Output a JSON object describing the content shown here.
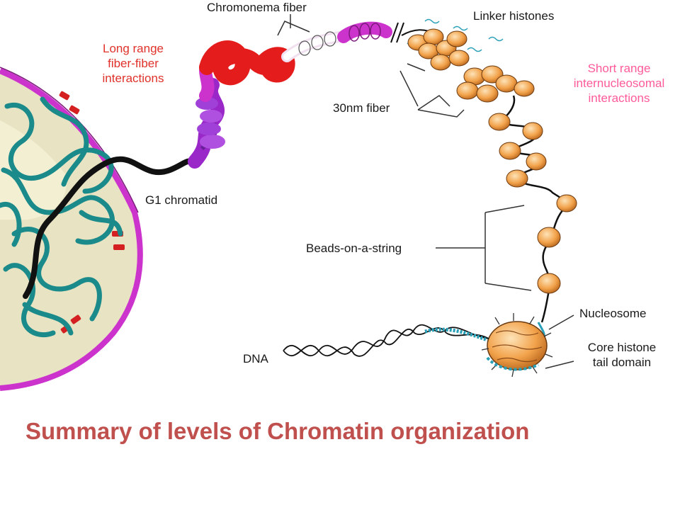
{
  "labels": {
    "chromonema_fiber": "Chromonema fiber",
    "linker_histones": "Linker histones",
    "long_range_1": "Long range",
    "long_range_2": "fiber-fiber",
    "long_range_3": "interactions",
    "short_range_1": "Short range",
    "short_range_2": "internucleosomal",
    "short_range_3": "interactions",
    "fiber_30nm": "30nm fiber",
    "g1_chromatid": "G1 chromatid",
    "beads_on_a_string": "Beads-on-a-string",
    "nucleosome": "Nucleosome",
    "core_histone_1": "Core histone",
    "core_histone_2": "tail domain",
    "dna": "DNA"
  },
  "caption": "Summary of levels of Chromatin organization",
  "colors": {
    "long_range_text": "#e0312b",
    "short_range_text": "#ff5a9a",
    "caption": "#c0504d",
    "nuclear_envelope": "#cc33cc",
    "nucleus_fill": "#e8e3c2",
    "chromatin_teal": "#1a8a8a",
    "nucleosome_orange": "#f2a24a"
  }
}
